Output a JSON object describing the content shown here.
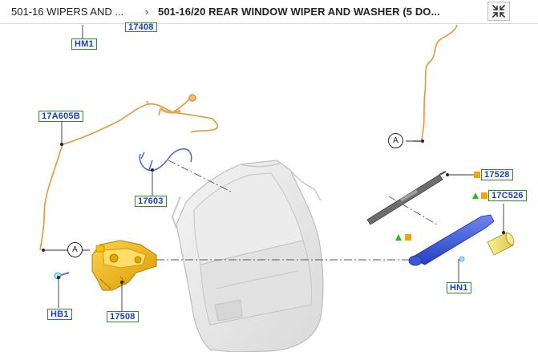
{
  "header": {
    "parent_crumb": "501-16 WIPERS AND ...",
    "separator": "›",
    "current_crumb": "501-16/20 REAR WINDOW WIPER AND WASHER (5 DO..."
  },
  "icons": {
    "collapse": "collapse-arrows-icon"
  },
  "colors": {
    "callout_border": "#2e8b2e",
    "callout_text": "#1a3dbd",
    "highlight_part": "#f0b400",
    "harness": "#e3963a",
    "blue_parts": "#3e5bd9",
    "marker_square": "#f5a300",
    "marker_triangle": "#22c11a"
  },
  "callouts": {
    "c17408": "17408",
    "hm1": "HM1",
    "c17a605b": "17A605B",
    "c17603": "17603",
    "hb1": "HB1",
    "c17508": "17508",
    "c17528": "17528",
    "c17c526": "17C526",
    "hn1": "HN1"
  },
  "refs": {
    "a_left": "A",
    "a_right": "A"
  }
}
